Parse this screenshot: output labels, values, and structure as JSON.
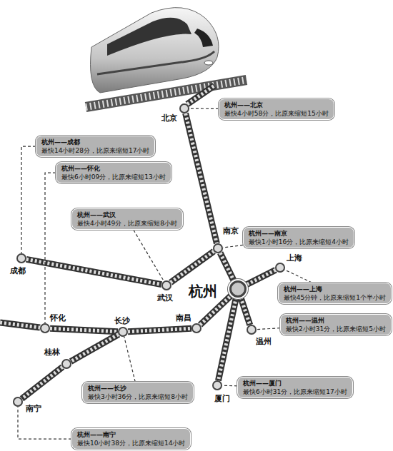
{
  "diagram": {
    "nodes": [
      {
        "text": [
          "杭州——北京",
          "最快4小时58分，比原来缩短15小时"
        ]
      },
      {
        "text": [
          "北京"
        ]
      },
      {
        "text": [
          "杭州——成都",
          "最快14小时28分，比原来缩短17小时"
        ]
      },
      {
        "text": [
          "杭州——怀化",
          "最快6小时09分，比原来缩短13小时"
        ]
      },
      {
        "text": [
          "杭州——武汉",
          "最快4小时49分，比原来缩短8小时"
        ]
      },
      {
        "text": [
          "杭州——南京",
          "最快1小时16分，比原来缩短4小时"
        ]
      },
      {
        "text": [
          "南京"
        ]
      },
      {
        "text": [
          "成都"
        ]
      },
      {
        "text": [
          "上海"
        ]
      },
      {
        "text": [
          "武汉"
        ]
      },
      {
        "text": [
          "杭州"
        ]
      },
      {
        "text": [
          "杭州——上海",
          "最快45分钟，比原来缩短1个半小时"
        ]
      },
      {
        "text": [
          "怀化"
        ]
      },
      {
        "text": [
          "长沙"
        ]
      },
      {
        "text": [
          "南昌"
        ]
      },
      {
        "text": [
          "温州"
        ]
      },
      {
        "text": [
          "杭州——温州",
          "最快2小时31分，比原来缩短5小时"
        ]
      },
      {
        "text": [
          "桂林"
        ]
      },
      {
        "text": [
          "杭州——长沙",
          "最快3小时36分，比原来缩短8小时"
        ]
      },
      {
        "text": [
          "杭州——厦门",
          "最快6小时31分，比原来缩短17小时"
        ]
      },
      {
        "text": [
          "厦门"
        ]
      },
      {
        "text": [
          "南宁"
        ]
      },
      {
        "text": [
          "杭州——南宁",
          "最快10小时38分，比原来缩短14小时"
        ]
      }
    ],
    "edges": [
      {
        "from": 1,
        "to": 6,
        "arrow": "none"
      },
      {
        "from": 6,
        "to": 10,
        "arrow": "none"
      },
      {
        "from": 7,
        "to": 9,
        "arrow": "none"
      },
      {
        "from": 9,
        "to": 6,
        "arrow": "none"
      },
      {
        "from": 8,
        "to": 10,
        "arrow": "none"
      },
      {
        "from": 12,
        "to": 13,
        "arrow": "none"
      },
      {
        "from": 13,
        "to": 14,
        "arrow": "none"
      },
      {
        "from": 14,
        "to": 10,
        "arrow": "none"
      },
      {
        "from": 10,
        "to": 15,
        "arrow": "none"
      },
      {
        "from": 10,
        "to": 20,
        "arrow": "none"
      },
      {
        "from": 13,
        "to": 17,
        "arrow": "none"
      },
      {
        "from": 17,
        "to": 21,
        "arrow": "none"
      },
      {
        "from": 0,
        "to": 1,
        "arrow": "none"
      },
      {
        "from": 2,
        "to": 7,
        "arrow": "none"
      },
      {
        "from": 3,
        "to": 12,
        "arrow": "none"
      },
      {
        "from": 4,
        "to": 9,
        "arrow": "none"
      },
      {
        "from": 5,
        "to": 6,
        "arrow": "none"
      },
      {
        "from": 11,
        "to": 8,
        "arrow": "none"
      },
      {
        "from": 16,
        "to": 15,
        "arrow": "none"
      },
      {
        "from": 18,
        "to": 13,
        "arrow": "none"
      },
      {
        "from": 19,
        "to": 20,
        "arrow": "none"
      },
      {
        "from": 22,
        "to": 21,
        "arrow": "none"
      }
    ]
  }
}
